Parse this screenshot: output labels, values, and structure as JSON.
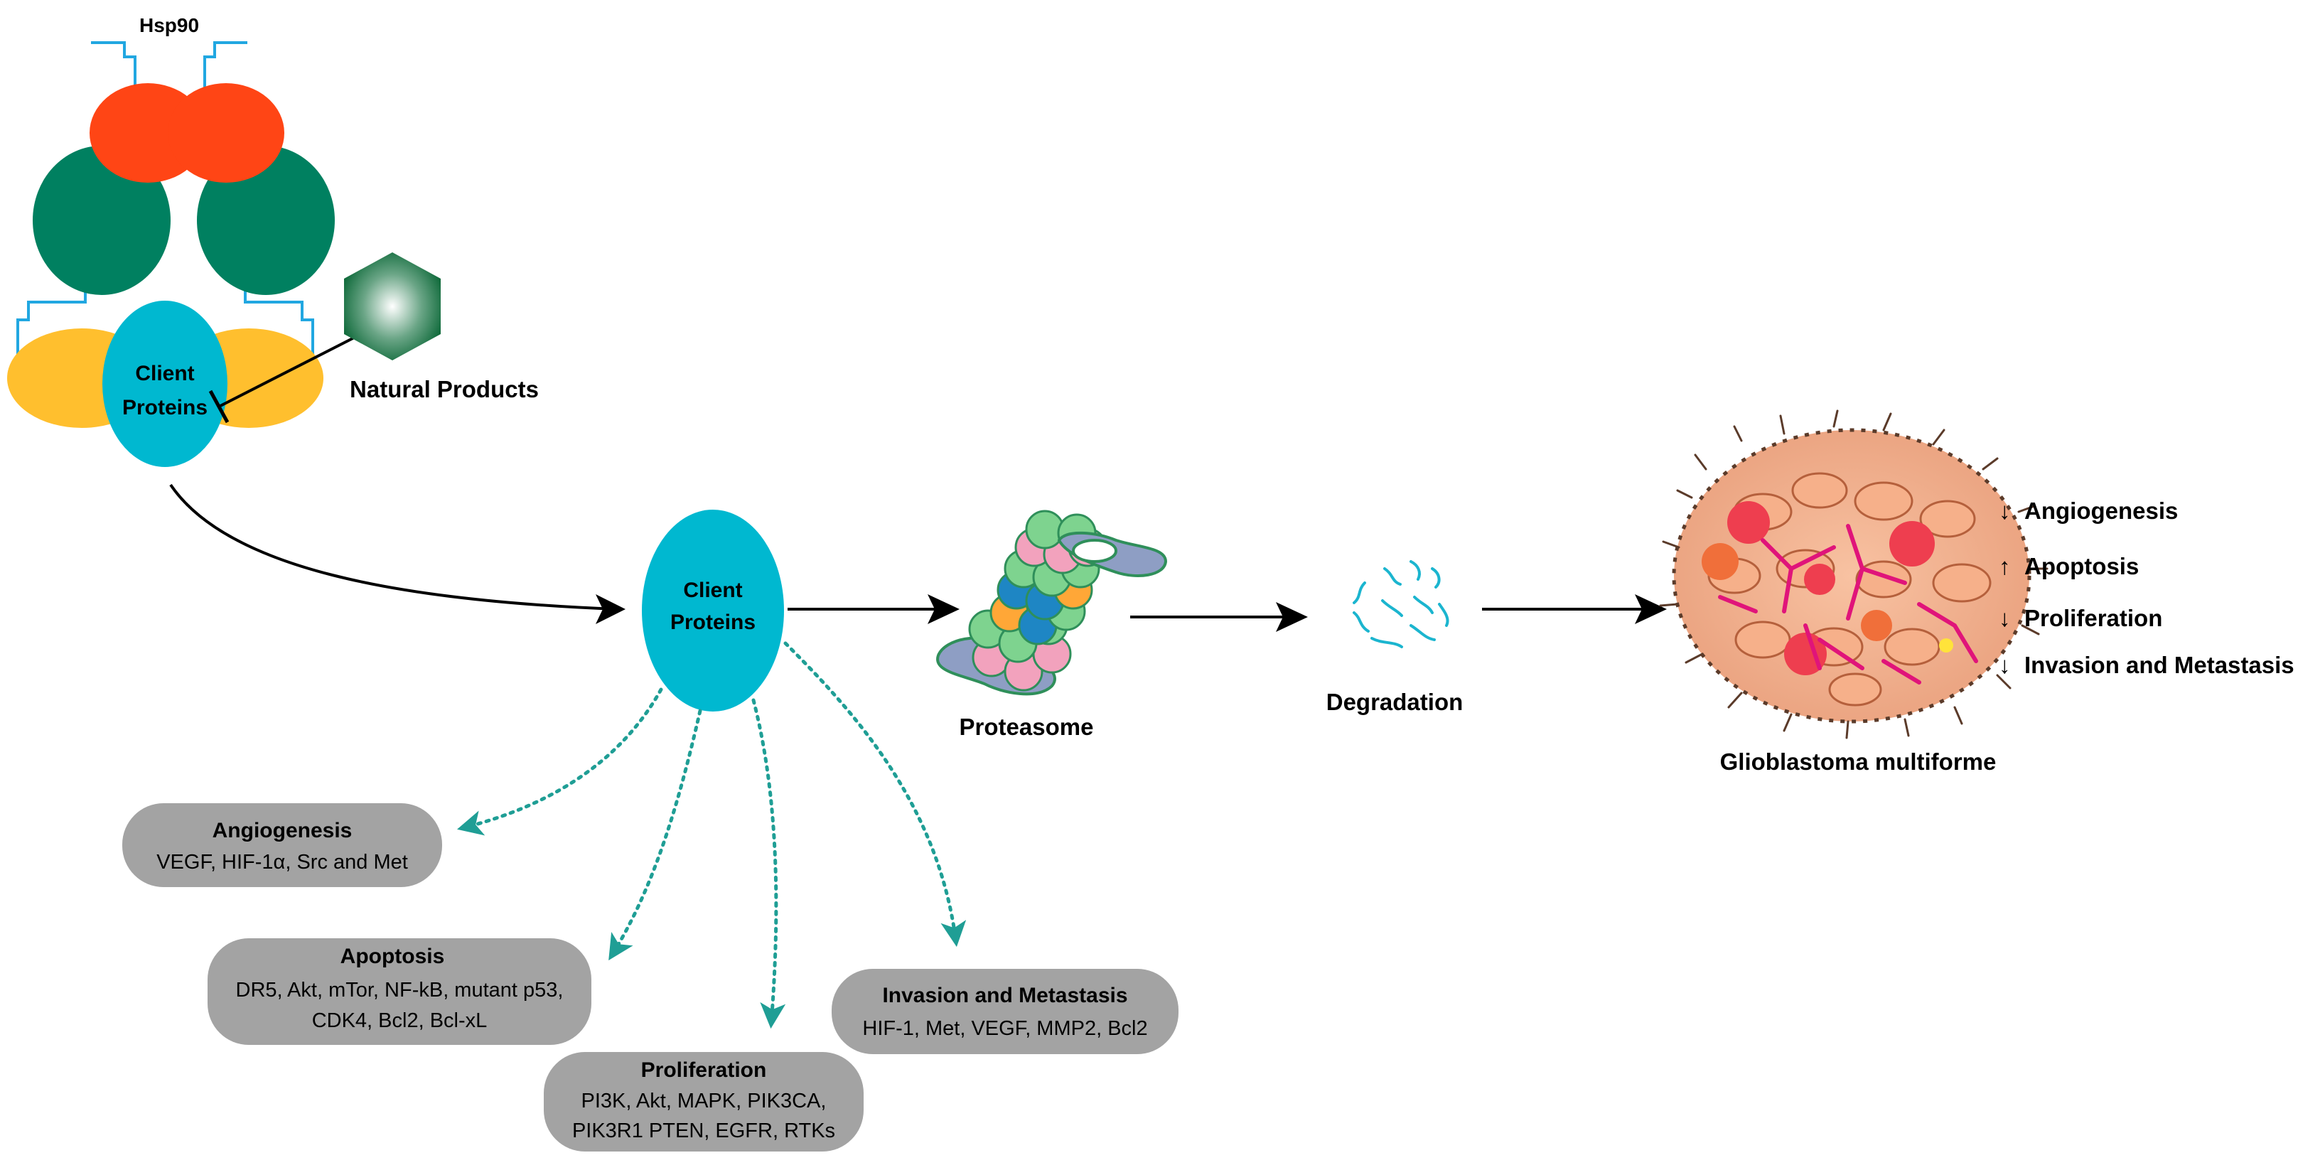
{
  "hsp90": {
    "label": "Hsp90",
    "client_label_line1": "Client",
    "client_label_line2": "Proteins",
    "colors": {
      "ntd": "#FF4515",
      "md": "#008060",
      "ctd": "#FFBF2E",
      "client": "#00B8D0",
      "linker": "#21A7E1"
    }
  },
  "natural_products": {
    "label": "Natural Products",
    "color": "#116B3C"
  },
  "client_center": {
    "line1": "Client",
    "line2": "Proteins"
  },
  "proteasome": {
    "label": "Proteasome"
  },
  "degradation": {
    "label": "Degradation",
    "color": "#1BB5CF"
  },
  "glioblastoma": {
    "label": "Glioblastoma multiforme"
  },
  "outcomes": [
    {
      "arrow": "↓",
      "label": "Angiogenesis"
    },
    {
      "arrow": "↑",
      "label": "Apoptosis"
    },
    {
      "arrow": "↓",
      "label": "Proliferation"
    },
    {
      "arrow": "↓",
      "label": "Invasion and Metastasis"
    }
  ],
  "boxes": {
    "angiogenesis": {
      "title": "Angiogenesis",
      "lines": [
        "VEGF, HIF-1α, Src and Met"
      ]
    },
    "apoptosis": {
      "title": "Apoptosis",
      "lines": [
        "DR5, Akt, mTor, NF-kB, mutant p53,",
        "CDK4, Bcl2, Bcl-xL"
      ]
    },
    "proliferation": {
      "title": "Proliferation",
      "lines": [
        "PI3K, Akt, MAPK, PIK3CA,",
        "PIK3R1 PTEN, EGFR, RTKs"
      ]
    },
    "invasion": {
      "title": "Invasion and Metastasis",
      "lines": [
        "HIF-1, Met, VEGF, MMP2, Bcl2"
      ]
    }
  },
  "colors": {
    "box": "#A3A3A3",
    "dotted": "#1F9E95",
    "arrow": "#000000"
  }
}
